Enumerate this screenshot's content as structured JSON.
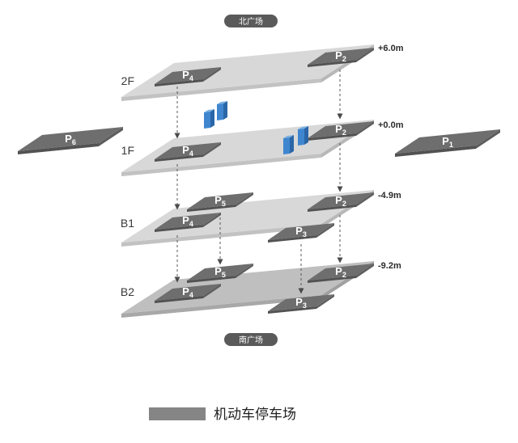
{
  "diagram": {
    "north_badge": "北广场",
    "south_badge": "南广场",
    "legend": {
      "label": "机动车停车场"
    },
    "floors": {
      "f2": {
        "label": "2F",
        "elevation": "+6.0m"
      },
      "f1": {
        "label": "1F",
        "elevation": "+0.0m"
      },
      "b1": {
        "label": "B1",
        "elevation": "-4.9m"
      },
      "b2": {
        "label": "B2",
        "elevation": "-9.2m"
      }
    },
    "pads": {
      "f2_p4": {
        "letter": "P",
        "sub": "4"
      },
      "f2_p2": {
        "letter": "P",
        "sub": "2"
      },
      "f1_p6": {
        "letter": "P",
        "sub": "6"
      },
      "f1_p4": {
        "letter": "P",
        "sub": "4"
      },
      "f1_p2": {
        "letter": "P",
        "sub": "2"
      },
      "f1_p1": {
        "letter": "P",
        "sub": "1"
      },
      "b1_p4": {
        "letter": "P",
        "sub": "4"
      },
      "b1_p5": {
        "letter": "P",
        "sub": "5"
      },
      "b1_p2": {
        "letter": "P",
        "sub": "2"
      },
      "b1_p3": {
        "letter": "P",
        "sub": "3"
      },
      "b2_p4": {
        "letter": "P",
        "sub": "4"
      },
      "b2_p5": {
        "letter": "P",
        "sub": "5"
      },
      "b2_p2": {
        "letter": "P",
        "sub": "2"
      },
      "b2_p3": {
        "letter": "P",
        "sub": "3"
      }
    },
    "colors": {
      "slab_top": "#d8d8d8",
      "slab_b2_top": "#bfbfbf",
      "pad": "#6e6e6e",
      "marker_blue": "#3f86cf",
      "badge": "#5a5a5a",
      "legend_swatch": "#858585"
    }
  }
}
